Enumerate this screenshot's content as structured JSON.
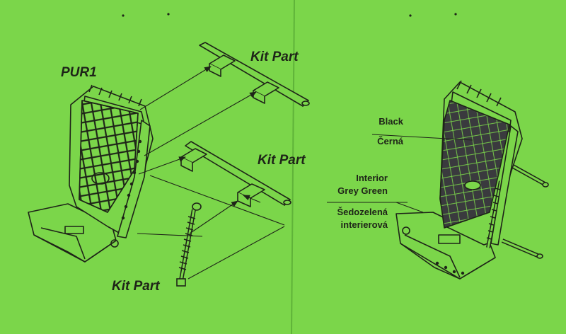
{
  "labels": {
    "part_code": "PUR1",
    "kit_part_top": "Kit Part",
    "kit_part_middle": "Kit Part",
    "kit_part_bottom": "Kit Part"
  },
  "paint_callouts": {
    "black_en": "Black",
    "black_cz": "Černá",
    "interior_en_1": "Interior",
    "interior_en_2": "Grey Green",
    "interior_cz_1": "Šedozelená",
    "interior_cz_2": "interierová"
  },
  "colors": {
    "paper": "#7bd64a",
    "ink": "#1e2418",
    "black_paint": "#3a3a3e"
  }
}
